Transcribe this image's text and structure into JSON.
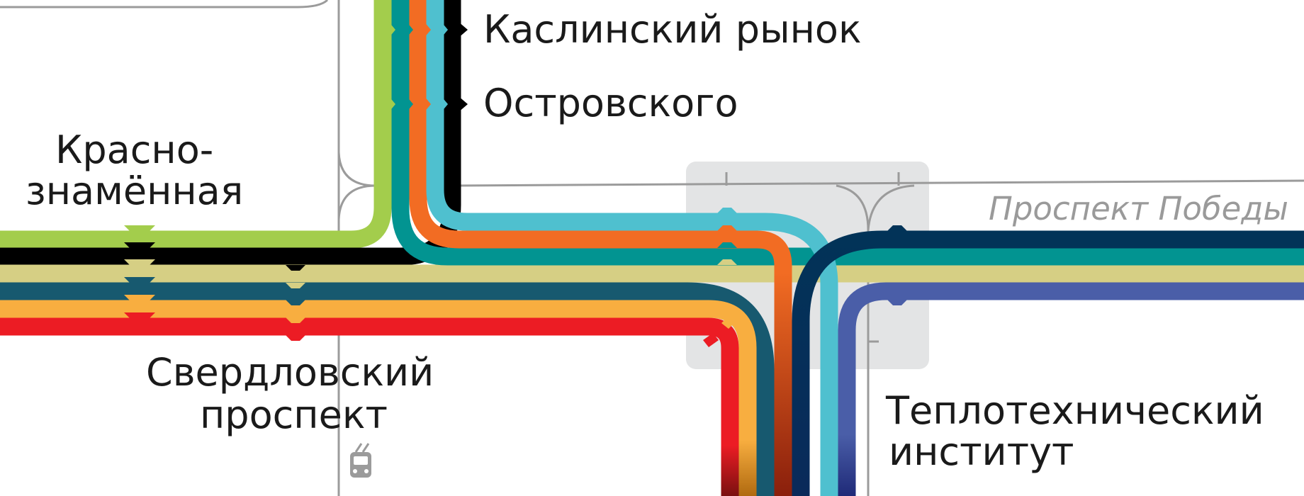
{
  "stops": {
    "kaslinsky_rynok": "Каслинский рынок",
    "ostrovskogo": "Островского",
    "krasnoznamennaya_line1": "Красно-",
    "krasnoznamennaya_line2": "знамённая",
    "sverdlovsky_line1": "Свердловский",
    "sverdlovsky_line2": "проспект",
    "teplotekh_line1": "Теплотехнический",
    "teplotekh_line2": "институт"
  },
  "streets": {
    "prospekt_pobedy": "Проспект Победы"
  },
  "icons": {
    "trolleybus": "trolleybus-icon"
  },
  "route_colors": {
    "light_green": "#a3cd4c",
    "black": "#000000",
    "khaki": "#d6cf84",
    "dark_teal": "#17596f",
    "amber": "#f8ae40",
    "red": "#ec1c24",
    "teal": "#029491",
    "orange": "#f26c23",
    "light_blue": "#4fc0cf",
    "navy": "#023358",
    "indigo": "#4a5ea8"
  },
  "road_color": "#9b9b9b",
  "interchange_color": "#e3e4e5"
}
